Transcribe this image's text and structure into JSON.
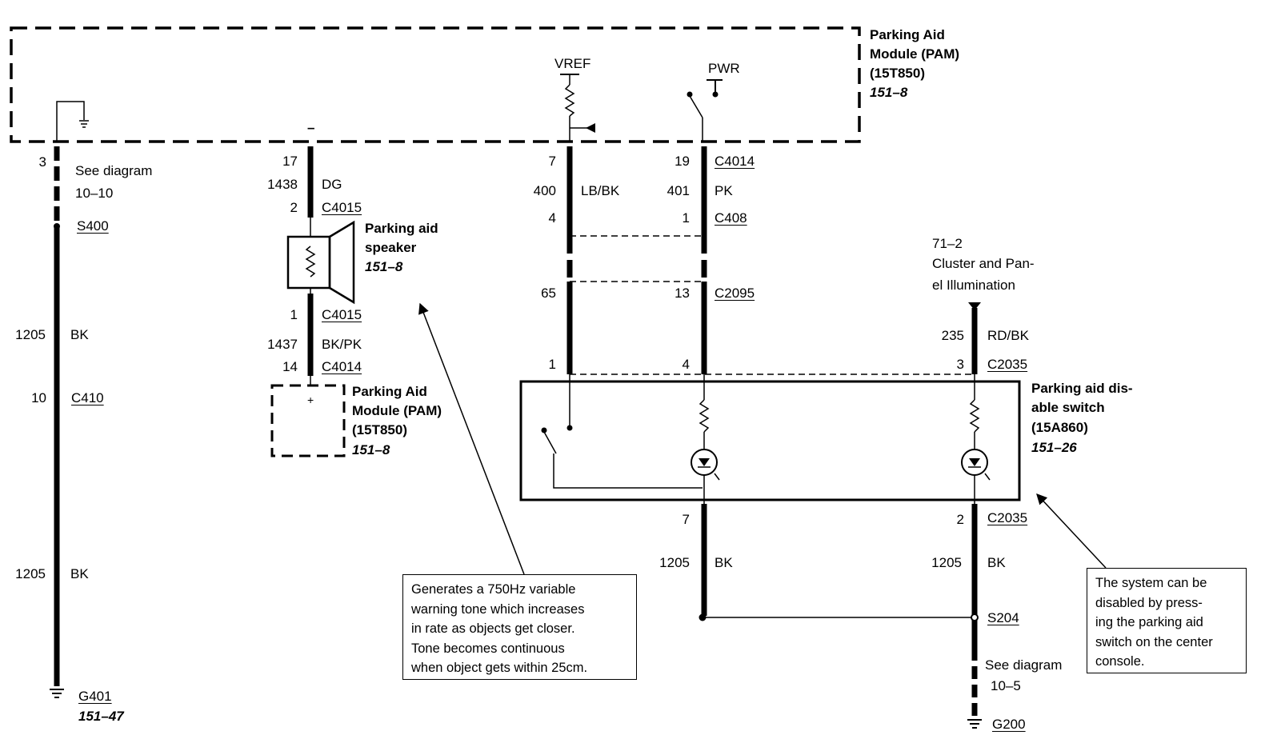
{
  "pam_top": {
    "l1": "Parking Aid",
    "l2": "Module (PAM)",
    "l3": "(15T850)",
    "ref": "151–8",
    "vref": "VREF",
    "pwr": "PWR",
    "minus": "–"
  },
  "left_circuit": {
    "pin": "3",
    "see1": "See diagram",
    "see2": "10–10",
    "splice": "S400",
    "circ1": "1205",
    "color1": "BK",
    "c_pin": "10",
    "conn": "C410",
    "circ2": "1205",
    "color2": "BK",
    "ground": "G401",
    "ground_ref": "151–47"
  },
  "speaker_circuit": {
    "pin_top": "17",
    "circ_top": "1438",
    "color_top": "DG",
    "pin2": "2",
    "conn2": "C4015",
    "speaker_l1": "Parking aid",
    "speaker_l2": "speaker",
    "speaker_ref": "151–8",
    "pin1": "1",
    "conn1": "C4015",
    "circ_bot": "1437",
    "color_bot": "BK/PK",
    "pin14": "14",
    "conn14": "C4014",
    "plus": "+",
    "pam_l1": "Parking Aid",
    "pam_l2": "Module (PAM)",
    "pam_l3": "(15T850)",
    "pam_ref": "151–8"
  },
  "center_circuits": {
    "p7": "7",
    "p19": "19",
    "c4014": "C4014",
    "c400": "400",
    "col400": "LB/BK",
    "c401": "401",
    "col401": "PK",
    "p4": "4",
    "p1": "1",
    "c408": "C408",
    "p65": "65",
    "p13": "13",
    "c2095": "C2095",
    "p1b": "1",
    "p4b": "4"
  },
  "illumination": {
    "l1": "71–2",
    "l2": "Cluster and Pan-",
    "l3": "el Illumination",
    "circ": "235",
    "color": "RD/BK",
    "pin": "3",
    "conn": "C2035"
  },
  "switch": {
    "l1": "Parking aid dis-",
    "l2": "able switch",
    "l3": "(15A860)",
    "ref": "151–26"
  },
  "bottom": {
    "p7": "7",
    "p2": "2",
    "conn": "C2035",
    "c1205a": "1205",
    "bka": "BK",
    "c1205b": "1205",
    "bkb": "BK",
    "splice": "S204",
    "see1": "See diagram",
    "see2": "10–5",
    "ground": "G200"
  },
  "note_left": [
    "Generates a 750Hz variable",
    "warning tone which increases",
    "in rate as objects get closer.",
    "Tone becomes continuous",
    "when object gets within 25cm."
  ],
  "note_right": [
    "The system can be",
    "disabled by press-",
    "ing the parking aid",
    "switch on the center",
    "console."
  ]
}
